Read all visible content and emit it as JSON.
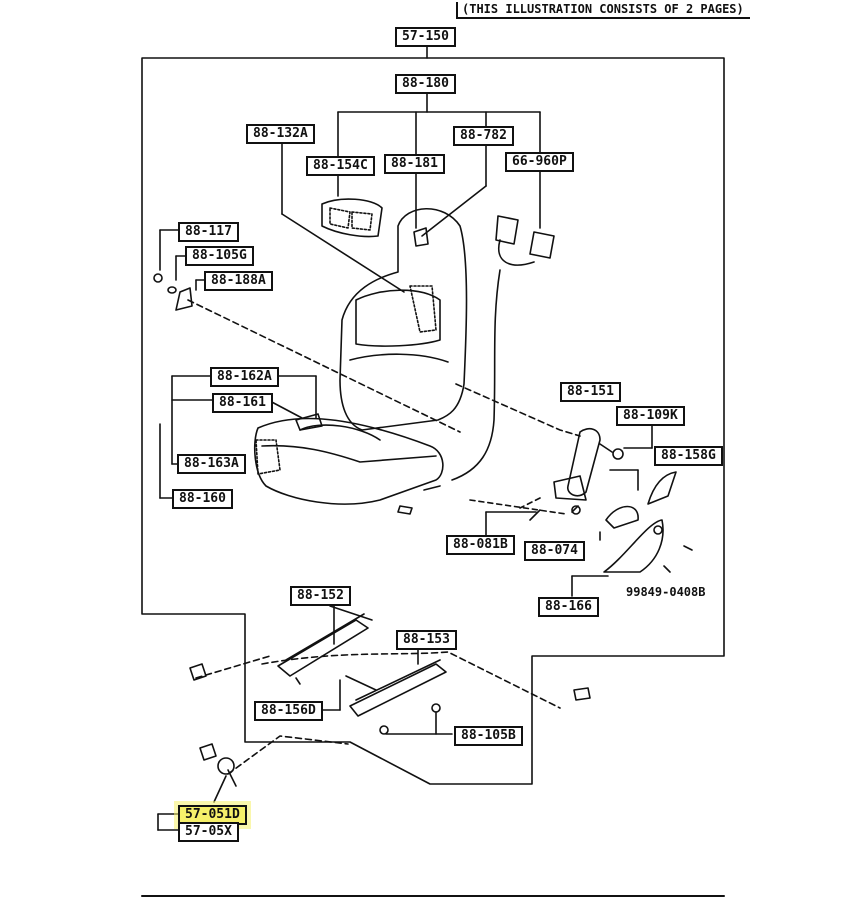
{
  "header_note": "(THIS ILLUSTRATION CONSISTS OF  2 PAGES)",
  "parts": {
    "p57_150": "57-150",
    "p88_180": "88-180",
    "p88_132A": "88-132A",
    "p88_782": "88-782",
    "p88_154C": "88-154C",
    "p88_181": "88-181",
    "p66_960P": "66-960P",
    "p88_117": "88-117",
    "p88_105G": "88-105G",
    "p88_188A": "88-188A",
    "p88_162A": "88-162A",
    "p88_161": "88-161",
    "p88_163A": "88-163A",
    "p88_160": "88-160",
    "p88_151": "88-151",
    "p88_109K": "88-109K",
    "p88_158G": "88-158G",
    "p88_081B": "88-081B",
    "p88_074": "88-074",
    "p88_166": "88-166",
    "p99849": "99849-0408B",
    "p88_152": "88-152",
    "p88_153": "88-153",
    "p88_156D": "88-156D",
    "p88_105B": "88-105B",
    "p57_051D": "57-051D",
    "p57_05X": "57-05X"
  },
  "highlight_color": "#f6f06a"
}
